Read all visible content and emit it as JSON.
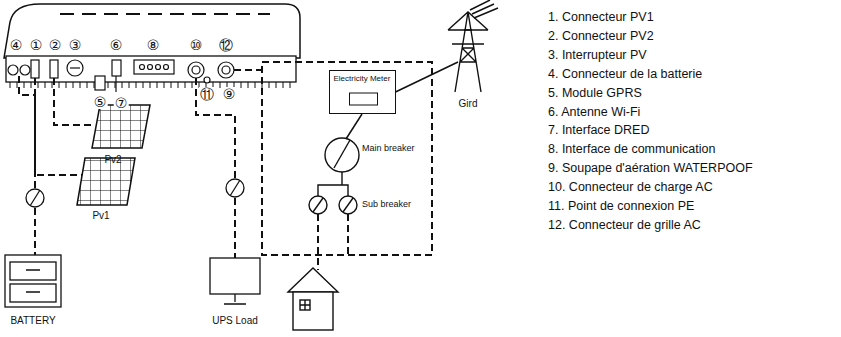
{
  "diagram": {
    "nodes": [
      {
        "text": [
          "Electricity Meter"
        ]
      }
    ],
    "labels": [
      "④",
      "①",
      "②",
      "③",
      "⑥",
      "⑧",
      "⑩",
      "⑫",
      "⑤",
      "⑦",
      "⑪",
      "⑨",
      "Pv2",
      "Pv1",
      "BATTERY",
      "UPS Load",
      "Main breaker",
      "Sub breaker",
      "Gird",
      "1. Connecteur PV1",
      "2. Connecteur PV2",
      "3. Interrupteur PV",
      "4. Connecteur de la batterie",
      "5. Module GPRS",
      "6. Antenne Wi-Fi",
      "7. Interface DRED",
      "8. Interface de communication",
      "9. Soupape d'aération WATERPOOF",
      "10. Connecteur de charge AC",
      "11. Point de connexion PE",
      "12. Connecteur de grille AC"
    ]
  }
}
